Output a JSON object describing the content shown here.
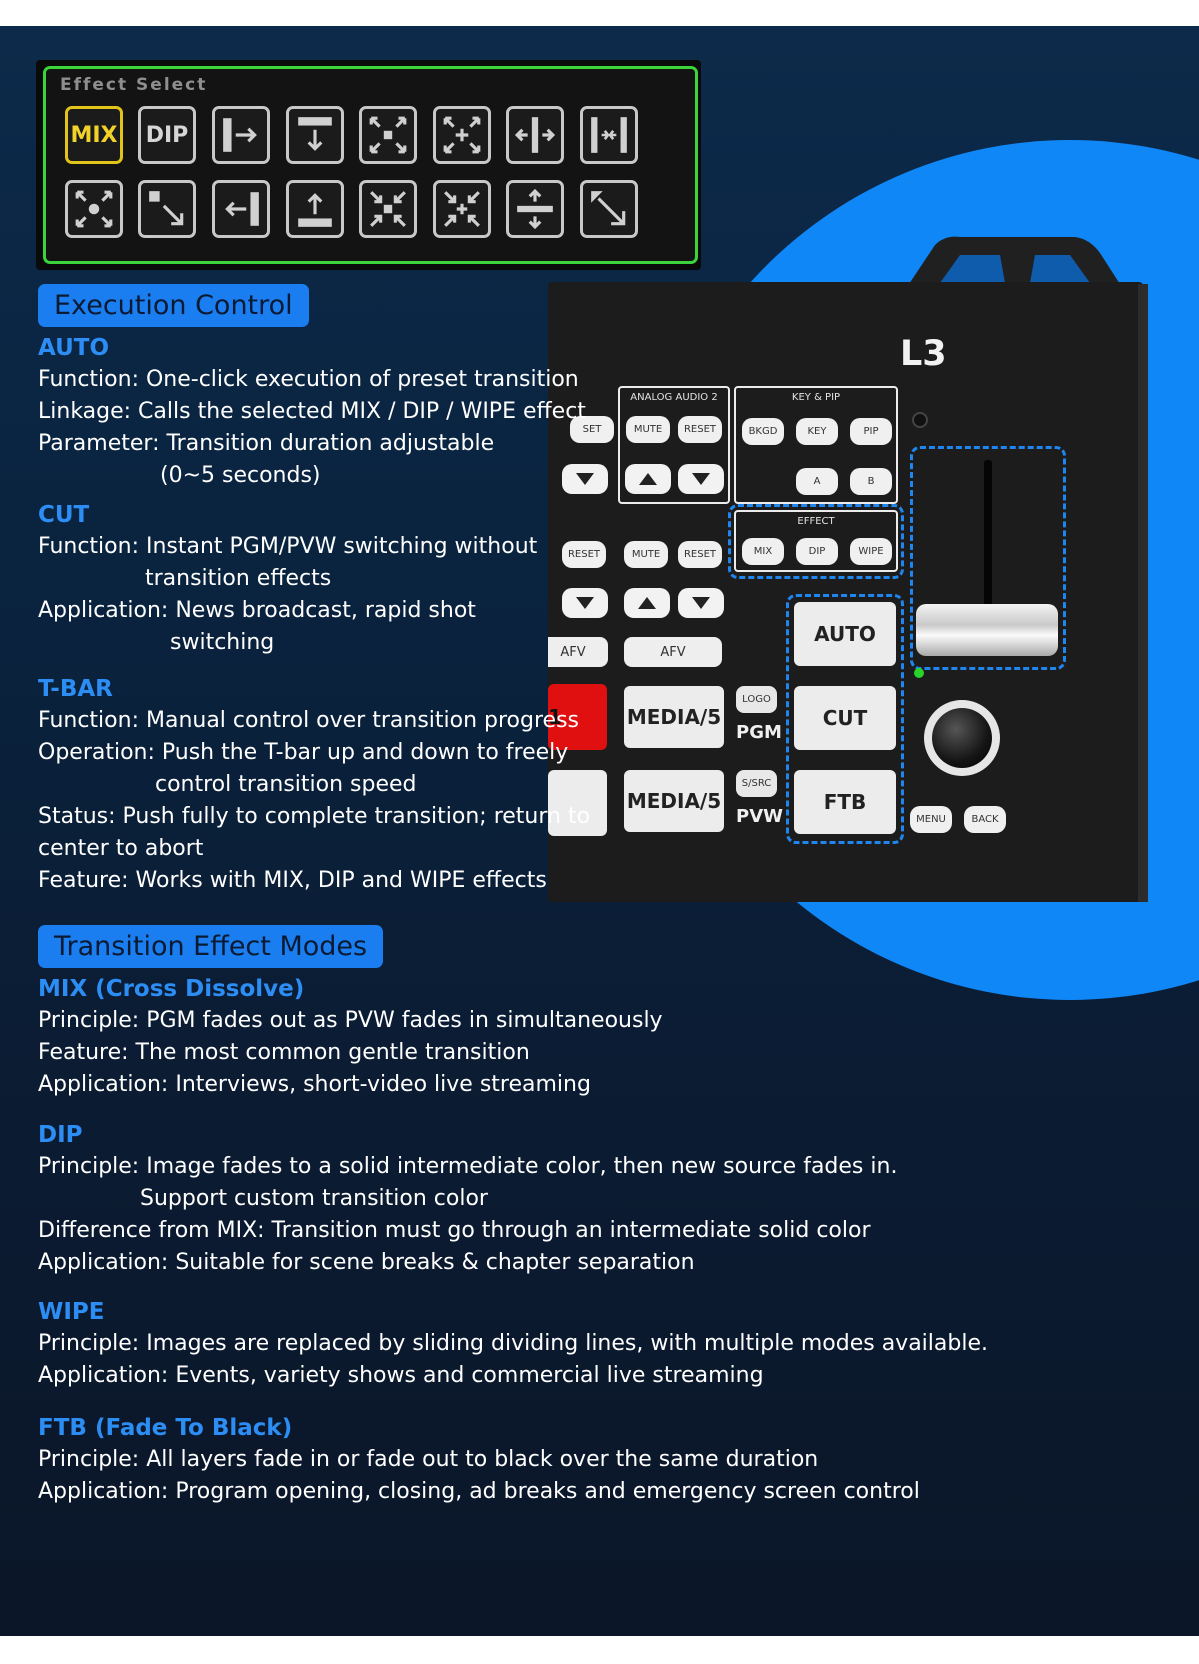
{
  "effect_select": {
    "title": "Effect Select",
    "buttons": [
      {
        "label": "MIX",
        "icon": "mix-text",
        "active": true
      },
      {
        "label": "DIP",
        "icon": "dip-text",
        "active": false
      },
      {
        "label": "",
        "icon": "wipe-right-icon"
      },
      {
        "label": "",
        "icon": "wipe-down-icon"
      },
      {
        "label": "",
        "icon": "box-expand-icon"
      },
      {
        "label": "",
        "icon": "cross-expand-icon"
      },
      {
        "label": "",
        "icon": "split-horizontal-open-icon"
      },
      {
        "label": "",
        "icon": "split-horizontal-close-icon"
      },
      {
        "label": "",
        "icon": "circle-expand-icon"
      },
      {
        "label": "",
        "icon": "corner-wipe-icon"
      },
      {
        "label": "",
        "icon": "wipe-left-icon"
      },
      {
        "label": "",
        "icon": "wipe-up-icon"
      },
      {
        "label": "",
        "icon": "box-shrink-icon"
      },
      {
        "label": "",
        "icon": "cross-shrink-icon"
      },
      {
        "label": "",
        "icon": "split-vertical-icon"
      },
      {
        "label": "",
        "icon": "diagonal-wipe-icon"
      }
    ]
  },
  "execution": {
    "heading": "Execution Control",
    "auto": {
      "title": "AUTO",
      "lines": [
        "Function: One-click execution of preset transition",
        "Linkage: Calls the selected MIX / DIP / WIPE effect",
        "Parameter: Transition duration adjustable",
        "(0~5 seconds)"
      ]
    },
    "cut": {
      "title": "CUT",
      "lines": [
        "Function: Instant PGM/PVW switching without",
        "transition effects",
        "Application: News broadcast, rapid shot",
        "switching"
      ]
    },
    "tbar": {
      "title": "T-BAR",
      "lines": [
        "Function: Manual control over transition progress",
        "Operation: Push the T-bar up and down to freely",
        "control transition speed",
        "Status: Push fully to complete transition; return to",
        "center to abort",
        "Feature: Works with MIX, DIP and WIPE effects"
      ]
    }
  },
  "modes": {
    "heading": "Transition Effect Modes",
    "mix": {
      "title": "MIX (Cross Dissolve)",
      "lines": [
        "Principle: PGM fades out as PVW fades in simultaneously",
        "Feature: The most common gentle transition",
        "Application:  Interviews, short-video live streaming"
      ]
    },
    "dip": {
      "title": "DIP",
      "lines": [
        "Principle: Image fades to a solid intermediate color, then new source fades in.",
        "Support custom transition color",
        "Difference from MIX: Transition must go through an intermediate solid color",
        "Application: Suitable for scene breaks & chapter separation"
      ]
    },
    "wipe": {
      "title": "WIPE",
      "lines": [
        "Principle: Images are replaced by sliding dividing lines, with multiple modes available.",
        "Application: Events, variety shows and commercial live streaming"
      ]
    },
    "ftb": {
      "title": "FTB (Fade To Black)",
      "lines": [
        "Principle: All layers fade in or fade out to black over the same duration",
        "Application: Program opening, closing, ad breaks and emergency screen control"
      ]
    }
  },
  "device": {
    "model": "L3",
    "analog_audio_2": {
      "title": "ANALOG AUDIO 2",
      "mute": "MUTE",
      "reset": "RESET"
    },
    "partial_reset": "SET",
    "key_pip": {
      "title": "KEY & PIP",
      "bkgd": "BKGD",
      "key": "KEY",
      "pip": "PIP",
      "a": "A",
      "b": "B"
    },
    "effect": {
      "title": "EFFECT",
      "mix": "MIX",
      "dip": "DIP",
      "wipe": "WIPE"
    },
    "row2": {
      "reset_left": "RESET",
      "mute": "MUTE",
      "reset": "RESET"
    },
    "afv_left": "AFV",
    "afv": "AFV",
    "red_label": "1",
    "media_pgm": "MEDIA/5",
    "media_pvw": "MEDIA/5",
    "logo": "LOGO",
    "pgm": "PGM",
    "ssrc": "S/SRC",
    "pvw": "PVW",
    "auto": "AUTO",
    "cut": "CUT",
    "ftb": "FTB",
    "menu": "MENU",
    "back": "BACK"
  },
  "colors": {
    "accent": "#1a7ef0",
    "highlight_blue": "#2c8ef5",
    "effect_border": "#3bd43b",
    "mix_active": "#e0c419",
    "red_button": "#e01010"
  }
}
